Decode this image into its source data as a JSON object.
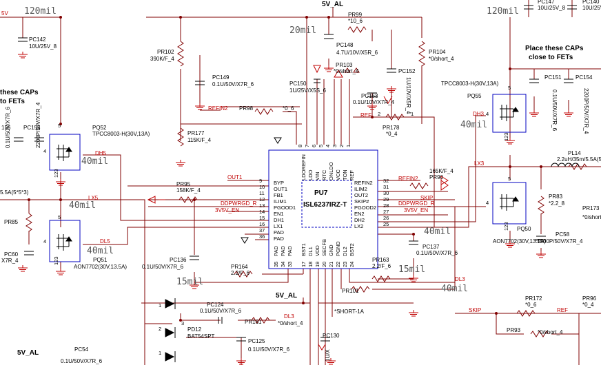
{
  "rails": {
    "top": "5V_AL",
    "mid": "5V_AL",
    "bottom_left": "5V_AL",
    "left_top": "5V"
  },
  "widths": {
    "w120_left": "120mil",
    "w120_right": "120mil",
    "w20": "20mil",
    "w40_q52": "40mil",
    "w40_lx5": "40mil",
    "w40_dl5": "40mil",
    "w40_right": "40mil",
    "w40_ic": "40mil",
    "w15_left": "15mil",
    "w15_right": "15mil",
    "w40_dl3": "40mil"
  },
  "notes": {
    "left_line1": "these CAPs",
    "left_line2": "to FETs",
    "right_line1": "Place these CAPs",
    "right_line2": "close to FETs"
  },
  "ic": {
    "ref": "PU7",
    "part": "ISL6237IRZ-T",
    "left_pins": [
      {
        "name": "BYP",
        "num": "9"
      },
      {
        "name": "OUT1",
        "num": "10"
      },
      {
        "name": "FB1",
        "num": "11"
      },
      {
        "name": "ILIM1",
        "num": "12"
      },
      {
        "name": "PGOOD1",
        "num": "13"
      },
      {
        "name": "EN1",
        "num": "14"
      },
      {
        "name": "DH1",
        "num": "15"
      },
      {
        "name": "LX1",
        "num": "16"
      },
      {
        "name": "PAD",
        "num": "37"
      },
      {
        "name": "PAD",
        "num": "36"
      }
    ],
    "right_pins": [
      {
        "name": "REFIN2",
        "num": "32"
      },
      {
        "name": "ILIM2",
        "num": "31"
      },
      {
        "name": "OUT2",
        "num": "30"
      },
      {
        "name": "SKIP#",
        "num": "29"
      },
      {
        "name": "PGOOD2",
        "num": "28"
      },
      {
        "name": "EN2",
        "num": "27"
      },
      {
        "name": "DH2",
        "num": "26"
      },
      {
        "name": "LX2",
        "num": "25"
      }
    ],
    "top_pins": [
      {
        "name": "LDOREFIN",
        "num": "8"
      },
      {
        "name": "LDO",
        "num": "7"
      },
      {
        "name": "VIN",
        "num": "6"
      },
      {
        "name": "RTC",
        "num": "5"
      },
      {
        "name": "ONLDO",
        "num": "4"
      },
      {
        "name": "VCC",
        "num": "3"
      },
      {
        "name": "TON",
        "num": "2"
      },
      {
        "name": "REF",
        "num": "1"
      }
    ],
    "bottom_pins": [
      {
        "name": "PAD",
        "num": "35"
      },
      {
        "name": "PAD",
        "num": "34"
      },
      {
        "name": "PAD",
        "num": "33"
      },
      {
        "name": "BST1",
        "num": "17"
      },
      {
        "name": "DL1",
        "num": "18"
      },
      {
        "name": "VDD",
        "num": "19"
      },
      {
        "name": "SECFB",
        "num": "20"
      },
      {
        "name": "GND",
        "num": "21"
      },
      {
        "name": "PGND",
        "num": "22"
      },
      {
        "name": "DL2",
        "num": "23"
      },
      {
        "name": "BST2",
        "num": "24"
      }
    ]
  },
  "nets": {
    "out1": "OUT1",
    "ddpwrgd_l": "DDPWRGD_R",
    "v3v5_l": "3V5V_EN",
    "refin2": "REFIN2",
    "skip_r": "SKIP",
    "ddpwrgd_r": "DDPWRGD_R",
    "v3v5_r": "3V5V_EN",
    "dh5": "DH5",
    "lx5": "LX5",
    "dl5": "DL5",
    "dh3": "DH3",
    "lx3": "LX3",
    "dl3_label": "DL3",
    "dl3_b": "DL3",
    "ref": "REF",
    "refin2_top": "REFIN2",
    "skip_b": "SKIP",
    "ref_b": "REF",
    "lx_left": "5.5A(5*5*3)"
  },
  "parts": {
    "pc142": {
      "ref": "PC142",
      "val": "10U/25V_8"
    },
    "pc147": {
      "ref": "PC147",
      "val": "10U/25V_8"
    },
    "pc140": {
      "ref": "PC140",
      "val": "10U/25V_"
    },
    "pr102": {
      "ref": "PR102",
      "val": "390K/F_4"
    },
    "pr99": {
      "ref": "PR99",
      "val": "*10_6"
    },
    "pc148": {
      "ref": "PC148",
      "val": "4.7U/10V/X5R_6"
    },
    "pr104": {
      "ref": "PR104",
      "val": "*0/short_4"
    },
    "pr103": {
      "ref": "PR103",
      "val": "*0/short_4"
    },
    "pc152": {
      "ref": "PC152",
      "val": "1U/10V/X5R_4"
    },
    "pc149": {
      "ref": "PC149",
      "val": "0.1U/50V/X7R_6"
    },
    "pc150": {
      "ref": "PC150",
      "val": "1U/25V/X5S_6"
    },
    "pc153": {
      "ref": "PC153",
      "val": "0.1U/10V/X7R_4"
    },
    "pr98": {
      "ref": "PR98",
      "val": "*0_6"
    },
    "pr178": {
      "ref": "PR178",
      "val": "*0_4"
    },
    "pr177": {
      "ref": "PR177",
      "val": "115K/F_4"
    },
    "pq52": {
      "ref": "PQ52",
      "val": "TPCC8003-H(30V,13A)"
    },
    "pc155": {
      "ref": "PC155",
      "val": "2200P/50V/X7R_4"
    },
    "pc156": {
      "ref": "156",
      "val": "0.1U/50V/X7R_6"
    },
    "pq55": {
      "ref": "PQ55",
      "val": "TPCC8003-H(30V,13A)"
    },
    "pc151": {
      "ref": "PC151",
      "val": "0.1U/50V/X7R_6"
    },
    "pc154": {
      "ref": "PC154",
      "val": "2200P/50V/X7R_4"
    },
    "pl14": {
      "ref": "PL14",
      "val": "2.2uH/35m/5.5A(5"
    },
    "pr95": {
      "ref": "PR95",
      "val": "158K/F_4"
    },
    "pr90": {
      "ref": "PR90",
      "val": "165K/F_4"
    },
    "pr83": {
      "ref": "PR83",
      "val": "*2.2_8"
    },
    "pr173": {
      "ref": "PR173",
      "val": "*0/short"
    },
    "pc58": {
      "ref": "PC58",
      "val": "*1500P/50V/X7R_4"
    },
    "pq50": {
      "ref": "PQ50",
      "val": "AON7702(30V,13.5A)"
    },
    "pr85": {
      "ref": "PR85",
      "val": ""
    },
    "pc60": {
      "ref": "PC60",
      "val": "X7R_4"
    },
    "pq51": {
      "ref": "PQ51",
      "val": "AON7702(30V,13.5A)"
    },
    "pc136": {
      "ref": "PC136",
      "val": "0.1U/50V/X7R_6"
    },
    "pr164": {
      "ref": "PR164",
      "val": "2.2/F_6"
    },
    "pr163": {
      "ref": "PR163",
      "val": "2.2/F_6"
    },
    "pc137": {
      "ref": "PC137",
      "val": "0.1U/50V/X7R_6"
    },
    "pr101": {
      "ref": "PR101",
      "val": "*SHORT-1A"
    },
    "pr172": {
      "ref": "PR172",
      "val": "*0_6"
    },
    "pr96": {
      "ref": "PR96",
      "val": "*0_4"
    },
    "pr93": {
      "ref": "PR93",
      "val": "*0/short_4"
    },
    "pc124": {
      "ref": "PC124",
      "val": "0.1U/50V/X7R_6"
    },
    "pr161": {
      "ref": "PR161",
      "val": "*0/short_4"
    },
    "pd12": {
      "ref": "PD12",
      "val": "BAT54SPT"
    },
    "pc125": {
      "ref": "PC125",
      "val": "0.1U/50V/X7R_6"
    },
    "pc130": {
      "ref": "PC130",
      "val": "1U/X"
    },
    "pc54": {
      "ref": "PC54",
      "val": "0.1U/50V/X7R_6"
    }
  },
  "pinnums": {
    "q_g": "4",
    "q_s": "123",
    "q_d": "5",
    "d_top1": "1",
    "d_top2": "2",
    "d_3": "3",
    "r_1": "1",
    "r_2": "2"
  }
}
